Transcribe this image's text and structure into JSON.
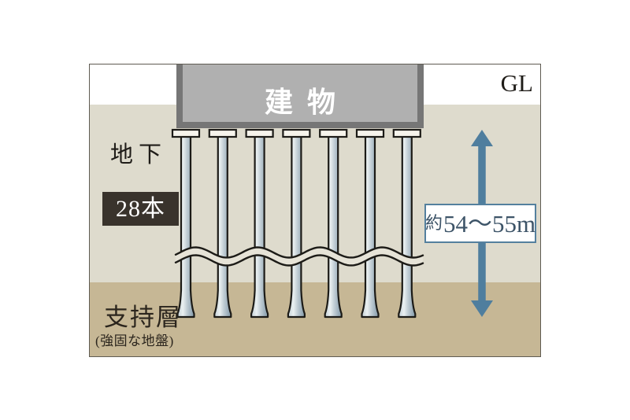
{
  "diagram": {
    "building_label": "建物",
    "ground_level_label": "GL",
    "underground_label": "地下",
    "pile_count_label": "28本",
    "depth_prefix": "約",
    "depth_value": "54〜55m",
    "support_layer_label": "支持層",
    "support_layer_sublabel": "(強固な地盤)",
    "visible_piles": 7,
    "colors": {
      "ground_upper": "#dedbcd",
      "support_layer": "#c6b795",
      "building_fill": "#b0b0b0",
      "building_border": "#767676",
      "pile_outline": "#1c1b17",
      "pile_grad_left": "#c5d1d7",
      "pile_grad_light": "#eaf0f1",
      "pile_grad_dark": "#8299a9",
      "cap_fill": "#f6f4ec",
      "wave_fill": "#e6e3d7",
      "arrow": "#4f7e9e",
      "depth_box_border": "#54809e",
      "depth_text": "#3d5468",
      "badge_bg": "#39332c"
    }
  }
}
